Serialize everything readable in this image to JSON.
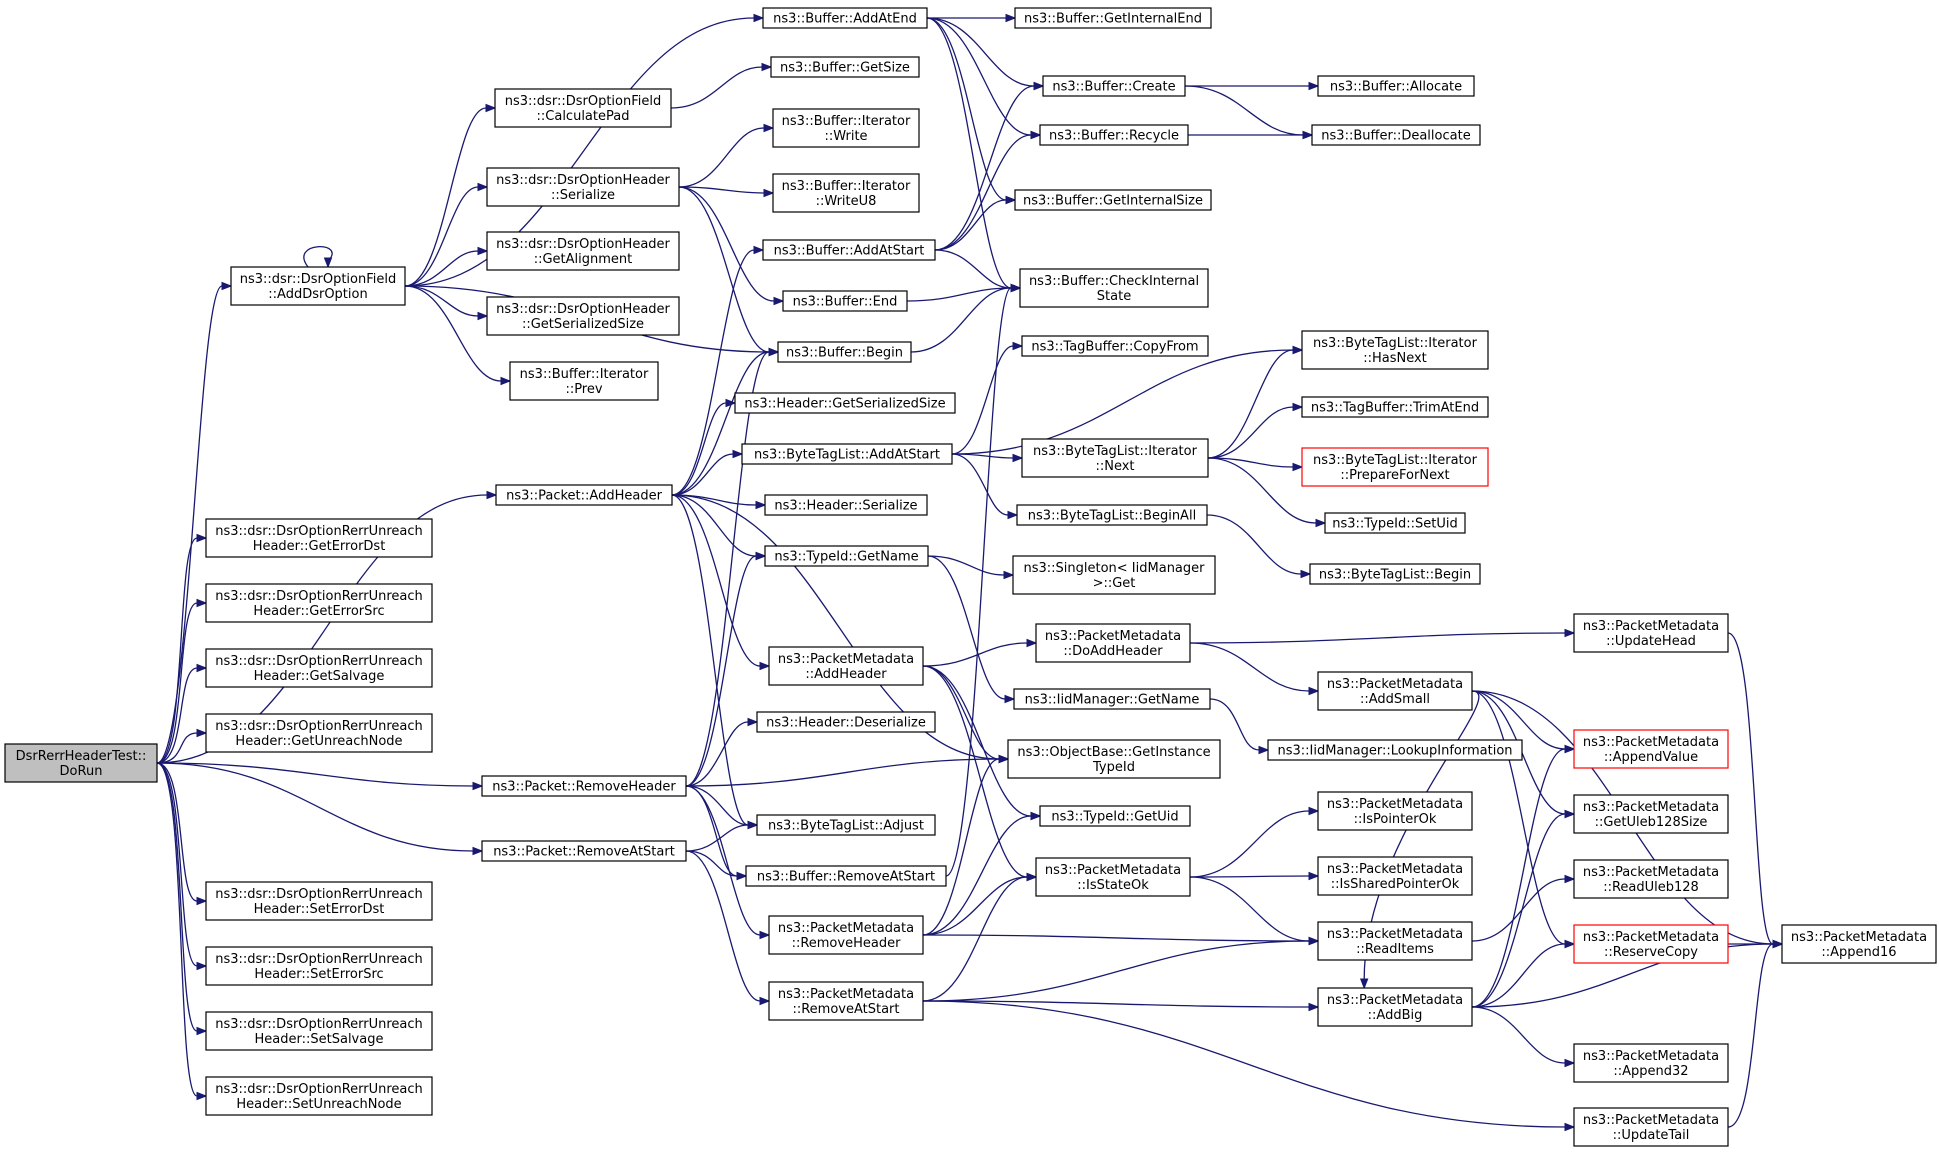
{
  "colors": {
    "edge": "#191970",
    "root_fill": "#bfbfbf",
    "warning_border": "#ff0000",
    "node_border": "#000000"
  },
  "nodes": [
    {
      "id": "root",
      "lines": [
        "DsrRerrHeaderTest::",
        "DoRun"
      ],
      "style": "root"
    },
    {
      "id": "addDsrOption",
      "lines": [
        "ns3::dsr::DsrOptionField",
        "::AddDsrOption"
      ]
    },
    {
      "id": "getErrorDst",
      "lines": [
        "ns3::dsr::DsrOptionRerrUnreach",
        "Header::GetErrorDst"
      ]
    },
    {
      "id": "getErrorSrc",
      "lines": [
        "ns3::dsr::DsrOptionRerrUnreach",
        "Header::GetErrorSrc"
      ]
    },
    {
      "id": "getSalvage",
      "lines": [
        "ns3::dsr::DsrOptionRerrUnreach",
        "Header::GetSalvage"
      ]
    },
    {
      "id": "getUnreachNode",
      "lines": [
        "ns3::dsr::DsrOptionRerrUnreach",
        "Header::GetUnreachNode"
      ]
    },
    {
      "id": "setErrorDst",
      "lines": [
        "ns3::dsr::DsrOptionRerrUnreach",
        "Header::SetErrorDst"
      ]
    },
    {
      "id": "setErrorSrc",
      "lines": [
        "ns3::dsr::DsrOptionRerrUnreach",
        "Header::SetErrorSrc"
      ]
    },
    {
      "id": "setSalvage",
      "lines": [
        "ns3::dsr::DsrOptionRerrUnreach",
        "Header::SetSalvage"
      ]
    },
    {
      "id": "setUnreachNode",
      "lines": [
        "ns3::dsr::DsrOptionRerrUnreach",
        "Header::SetUnreachNode"
      ]
    },
    {
      "id": "calculatePad",
      "lines": [
        "ns3::dsr::DsrOptionField",
        "::CalculatePad"
      ]
    },
    {
      "id": "optSerialize",
      "lines": [
        "ns3::dsr::DsrOptionHeader",
        "::Serialize"
      ]
    },
    {
      "id": "optGetAlignment",
      "lines": [
        "ns3::dsr::DsrOptionHeader",
        "::GetAlignment"
      ]
    },
    {
      "id": "optGetSerializedSize",
      "lines": [
        "ns3::dsr::DsrOptionHeader",
        "::GetSerializedSize"
      ]
    },
    {
      "id": "iterPrev",
      "lines": [
        "ns3::Buffer::Iterator",
        "::Prev"
      ]
    },
    {
      "id": "pktAddHeader",
      "lines": [
        "ns3::Packet::AddHeader"
      ]
    },
    {
      "id": "pktRemoveHeader",
      "lines": [
        "ns3::Packet::RemoveHeader"
      ]
    },
    {
      "id": "pktRemoveAtStart",
      "lines": [
        "ns3::Packet::RemoveAtStart"
      ]
    },
    {
      "id": "bufAddAtEnd",
      "lines": [
        "ns3::Buffer::AddAtEnd"
      ]
    },
    {
      "id": "bufGetSize",
      "lines": [
        "ns3::Buffer::GetSize"
      ]
    },
    {
      "id": "iterWrite",
      "lines": [
        "ns3::Buffer::Iterator",
        "::Write"
      ]
    },
    {
      "id": "iterWriteU8",
      "lines": [
        "ns3::Buffer::Iterator",
        "::WriteU8"
      ]
    },
    {
      "id": "bufAddAtStart",
      "lines": [
        "ns3::Buffer::AddAtStart"
      ]
    },
    {
      "id": "bufEnd",
      "lines": [
        "ns3::Buffer::End"
      ]
    },
    {
      "id": "bufBegin",
      "lines": [
        "ns3::Buffer::Begin"
      ]
    },
    {
      "id": "hdrGetSerializedSize",
      "lines": [
        "ns3::Header::GetSerializedSize"
      ]
    },
    {
      "id": "btlAddAtStart",
      "lines": [
        "ns3::ByteTagList::AddAtStart"
      ]
    },
    {
      "id": "hdrSerialize",
      "lines": [
        "ns3::Header::Serialize"
      ]
    },
    {
      "id": "typeIdGetName",
      "lines": [
        "ns3::TypeId::GetName"
      ]
    },
    {
      "id": "pmAddHeader",
      "lines": [
        "ns3::PacketMetadata",
        "::AddHeader"
      ]
    },
    {
      "id": "hdrDeserialize",
      "lines": [
        "ns3::Header::Deserialize"
      ]
    },
    {
      "id": "btlAdjust",
      "lines": [
        "ns3::ByteTagList::Adjust"
      ]
    },
    {
      "id": "bufRemoveAtStart",
      "lines": [
        "ns3::Buffer::RemoveAtStart"
      ]
    },
    {
      "id": "pmRemoveHeader",
      "lines": [
        "ns3::PacketMetadata",
        "::RemoveHeader"
      ]
    },
    {
      "id": "pmRemoveAtStart",
      "lines": [
        "ns3::PacketMetadata",
        "::RemoveAtStart"
      ]
    },
    {
      "id": "bufGetInternalEnd",
      "lines": [
        "ns3::Buffer::GetInternalEnd"
      ]
    },
    {
      "id": "bufCreate",
      "lines": [
        "ns3::Buffer::Create"
      ]
    },
    {
      "id": "bufRecycle",
      "lines": [
        "ns3::Buffer::Recycle"
      ]
    },
    {
      "id": "bufGetInternalSize",
      "lines": [
        "ns3::Buffer::GetInternalSize"
      ]
    },
    {
      "id": "bufCheckInternalState",
      "lines": [
        "ns3::Buffer::CheckInternal",
        "State"
      ]
    },
    {
      "id": "tagBufCopyFrom",
      "lines": [
        "ns3::TagBuffer::CopyFrom"
      ]
    },
    {
      "id": "btlIterNext",
      "lines": [
        "ns3::ByteTagList::Iterator",
        "::Next"
      ]
    },
    {
      "id": "btlBeginAll",
      "lines": [
        "ns3::ByteTagList::BeginAll"
      ]
    },
    {
      "id": "singletonGet",
      "lines": [
        "ns3::Singleton< IidManager",
        ">::Get"
      ]
    },
    {
      "id": "pmDoAddHeader",
      "lines": [
        "ns3::PacketMetadata",
        "::DoAddHeader"
      ]
    },
    {
      "id": "iidGetName",
      "lines": [
        "ns3::IidManager::GetName"
      ]
    },
    {
      "id": "objGetInstanceTypeId",
      "lines": [
        "ns3::ObjectBase::GetInstance",
        "TypeId"
      ]
    },
    {
      "id": "typeIdGetUid",
      "lines": [
        "ns3::TypeId::GetUid"
      ]
    },
    {
      "id": "pmIsStateOk",
      "lines": [
        "ns3::PacketMetadata",
        "::IsStateOk"
      ]
    },
    {
      "id": "bufAllocate",
      "lines": [
        "ns3::Buffer::Allocate"
      ]
    },
    {
      "id": "bufDeallocate",
      "lines": [
        "ns3::Buffer::Deallocate"
      ]
    },
    {
      "id": "btlIterHasNext",
      "lines": [
        "ns3::ByteTagList::Iterator",
        "::HasNext"
      ]
    },
    {
      "id": "tagBufTrimAtEnd",
      "lines": [
        "ns3::TagBuffer::TrimAtEnd"
      ]
    },
    {
      "id": "btlIterPrepareForNext",
      "lines": [
        "ns3::ByteTagList::Iterator",
        "::PrepareForNext"
      ],
      "style": "red"
    },
    {
      "id": "typeIdSetUid",
      "lines": [
        "ns3::TypeId::SetUid"
      ]
    },
    {
      "id": "btlBegin",
      "lines": [
        "ns3::ByteTagList::Begin"
      ]
    },
    {
      "id": "pmAddSmall",
      "lines": [
        "ns3::PacketMetadata",
        "::AddSmall"
      ]
    },
    {
      "id": "iidLookupInformation",
      "lines": [
        "ns3::IidManager::LookupInformation"
      ]
    },
    {
      "id": "pmIsPointerOk",
      "lines": [
        "ns3::PacketMetadata",
        "::IsPointerOk"
      ]
    },
    {
      "id": "pmIsSharedPointerOk",
      "lines": [
        "ns3::PacketMetadata",
        "::IsSharedPointerOk"
      ]
    },
    {
      "id": "pmReadItems",
      "lines": [
        "ns3::PacketMetadata",
        "::ReadItems"
      ]
    },
    {
      "id": "pmAddBig",
      "lines": [
        "ns3::PacketMetadata",
        "::AddBig"
      ]
    },
    {
      "id": "pmUpdateHead",
      "lines": [
        "ns3::PacketMetadata",
        "::UpdateHead"
      ]
    },
    {
      "id": "pmAppendValue",
      "lines": [
        "ns3::PacketMetadata",
        "::AppendValue"
      ],
      "style": "red"
    },
    {
      "id": "pmGetUleb128Size",
      "lines": [
        "ns3::PacketMetadata",
        "::GetUleb128Size"
      ]
    },
    {
      "id": "pmReadUleb128",
      "lines": [
        "ns3::PacketMetadata",
        "::ReadUleb128"
      ]
    },
    {
      "id": "pmReserveCopy",
      "lines": [
        "ns3::PacketMetadata",
        "::ReserveCopy"
      ],
      "style": "red"
    },
    {
      "id": "pmAppend32",
      "lines": [
        "ns3::PacketMetadata",
        "::Append32"
      ]
    },
    {
      "id": "pmUpdateTail",
      "lines": [
        "ns3::PacketMetadata",
        "::UpdateTail"
      ]
    },
    {
      "id": "pmAppend16",
      "lines": [
        "ns3::PacketMetadata",
        "::Append16"
      ]
    }
  ],
  "edges": [
    [
      "root",
      "addDsrOption"
    ],
    [
      "root",
      "getErrorDst"
    ],
    [
      "root",
      "getErrorSrc"
    ],
    [
      "root",
      "getSalvage"
    ],
    [
      "root",
      "getUnreachNode"
    ],
    [
      "root",
      "pktAddHeader"
    ],
    [
      "root",
      "pktRemoveHeader"
    ],
    [
      "root",
      "pktRemoveAtStart"
    ],
    [
      "root",
      "setErrorDst"
    ],
    [
      "root",
      "setErrorSrc"
    ],
    [
      "root",
      "setSalvage"
    ],
    [
      "root",
      "setUnreachNode"
    ],
    [
      "addDsrOption",
      "addDsrOption"
    ],
    [
      "addDsrOption",
      "bufAddAtEnd"
    ],
    [
      "addDsrOption",
      "calculatePad"
    ],
    [
      "addDsrOption",
      "optSerialize"
    ],
    [
      "addDsrOption",
      "optGetAlignment"
    ],
    [
      "addDsrOption",
      "optGetSerializedSize"
    ],
    [
      "addDsrOption",
      "iterPrev"
    ],
    [
      "addDsrOption",
      "bufBegin"
    ],
    [
      "calculatePad",
      "bufGetSize"
    ],
    [
      "optSerialize",
      "iterWrite"
    ],
    [
      "optSerialize",
      "iterWriteU8"
    ],
    [
      "optSerialize",
      "bufEnd"
    ],
    [
      "optSerialize",
      "bufBegin"
    ],
    [
      "bufAddAtEnd",
      "bufGetInternalEnd"
    ],
    [
      "bufAddAtEnd",
      "bufCreate"
    ],
    [
      "bufAddAtEnd",
      "bufRecycle"
    ],
    [
      "bufAddAtEnd",
      "bufGetInternalSize"
    ],
    [
      "bufAddAtEnd",
      "bufCheckInternalState"
    ],
    [
      "bufAddAtStart",
      "bufCreate"
    ],
    [
      "bufAddAtStart",
      "bufRecycle"
    ],
    [
      "bufAddAtStart",
      "bufGetInternalSize"
    ],
    [
      "bufAddAtStart",
      "bufCheckInternalState"
    ],
    [
      "bufEnd",
      "bufCheckInternalState"
    ],
    [
      "bufBegin",
      "bufCheckInternalState"
    ],
    [
      "bufCreate",
      "bufAllocate"
    ],
    [
      "bufCreate",
      "bufDeallocate"
    ],
    [
      "bufRecycle",
      "bufDeallocate"
    ],
    [
      "pktAddHeader",
      "bufAddAtStart"
    ],
    [
      "pktAddHeader",
      "bufBegin"
    ],
    [
      "pktAddHeader",
      "hdrGetSerializedSize"
    ],
    [
      "pktAddHeader",
      "btlAddAtStart"
    ],
    [
      "pktAddHeader",
      "hdrSerialize"
    ],
    [
      "pktAddHeader",
      "typeIdGetName"
    ],
    [
      "pktAddHeader",
      "pmAddHeader"
    ],
    [
      "pktAddHeader",
      "btlAdjust"
    ],
    [
      "pktAddHeader",
      "objGetInstanceTypeId"
    ],
    [
      "btlAddAtStart",
      "tagBufCopyFrom"
    ],
    [
      "btlAddAtStart",
      "btlIterHasNext"
    ],
    [
      "btlAddAtStart",
      "btlIterNext"
    ],
    [
      "btlAddAtStart",
      "btlBeginAll"
    ],
    [
      "btlIterNext",
      "btlIterHasNext"
    ],
    [
      "btlIterNext",
      "tagBufTrimAtEnd"
    ],
    [
      "btlIterNext",
      "btlIterPrepareForNext"
    ],
    [
      "btlIterNext",
      "typeIdSetUid"
    ],
    [
      "btlBeginAll",
      "btlBegin"
    ],
    [
      "typeIdGetName",
      "singletonGet"
    ],
    [
      "typeIdGetName",
      "iidGetName"
    ],
    [
      "iidGetName",
      "iidLookupInformation"
    ],
    [
      "pmAddHeader",
      "pmDoAddHeader"
    ],
    [
      "pmAddHeader",
      "objGetInstanceTypeId"
    ],
    [
      "pmAddHeader",
      "typeIdGetUid"
    ],
    [
      "pmAddHeader",
      "pmIsStateOk"
    ],
    [
      "pmDoAddHeader",
      "pmUpdateHead"
    ],
    [
      "pmDoAddHeader",
      "pmAddSmall"
    ],
    [
      "pmAddSmall",
      "pmAppendValue"
    ],
    [
      "pmAddSmall",
      "pmGetUleb128Size"
    ],
    [
      "pmAddSmall",
      "pmReserveCopy"
    ],
    [
      "pmAddSmall",
      "pmAppend16"
    ],
    [
      "pmAddSmall",
      "pmAddBig"
    ],
    [
      "pktRemoveHeader",
      "bufBegin"
    ],
    [
      "pktRemoveHeader",
      "typeIdGetName"
    ],
    [
      "pktRemoveHeader",
      "hdrDeserialize"
    ],
    [
      "pktRemoveHeader",
      "objGetInstanceTypeId"
    ],
    [
      "pktRemoveHeader",
      "btlAdjust"
    ],
    [
      "pktRemoveHeader",
      "bufRemoveAtStart"
    ],
    [
      "pktRemoveHeader",
      "pmRemoveHeader"
    ],
    [
      "pktRemoveAtStart",
      "btlAdjust"
    ],
    [
      "pktRemoveAtStart",
      "bufRemoveAtStart"
    ],
    [
      "pktRemoveAtStart",
      "pmRemoveAtStart"
    ],
    [
      "bufRemoveAtStart",
      "bufCheckInternalState"
    ],
    [
      "pmRemoveHeader",
      "objGetInstanceTypeId"
    ],
    [
      "pmRemoveHeader",
      "typeIdGetUid"
    ],
    [
      "pmRemoveHeader",
      "pmIsStateOk"
    ],
    [
      "pmRemoveHeader",
      "pmReadItems"
    ],
    [
      "pmRemoveAtStart",
      "pmIsStateOk"
    ],
    [
      "pmRemoveAtStart",
      "pmReadItems"
    ],
    [
      "pmRemoveAtStart",
      "pmAddBig"
    ],
    [
      "pmRemoveAtStart",
      "pmUpdateTail"
    ],
    [
      "pmIsStateOk",
      "pmIsPointerOk"
    ],
    [
      "pmIsStateOk",
      "pmIsSharedPointerOk"
    ],
    [
      "pmIsStateOk",
      "pmReadItems"
    ],
    [
      "pmReadItems",
      "pmReadUleb128"
    ],
    [
      "pmAddBig",
      "pmReserveCopy"
    ],
    [
      "pmAddBig",
      "pmAppend16"
    ],
    [
      "pmAddBig",
      "pmAppend32"
    ],
    [
      "pmAddBig",
      "pmAppendValue"
    ],
    [
      "pmAddBig",
      "pmGetUleb128Size"
    ],
    [
      "pmReserveCopy",
      "pmAppend16"
    ],
    [
      "pmUpdateHead",
      "pmAppend16"
    ],
    [
      "pmUpdateTail",
      "pmAppend16"
    ]
  ]
}
